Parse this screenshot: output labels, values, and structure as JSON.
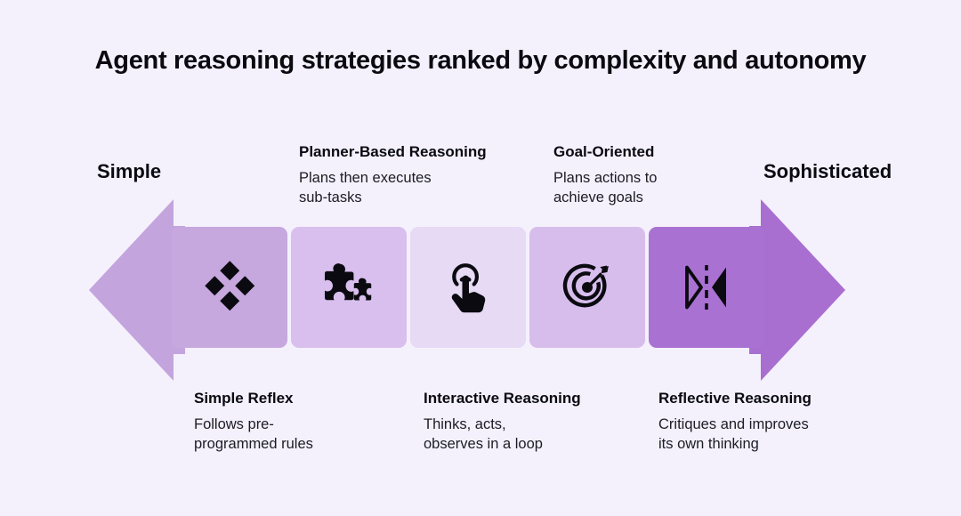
{
  "page": {
    "title": "Agent reasoning strategies ranked by complexity and autonomy",
    "background_color": "#f4f1fd"
  },
  "axis": {
    "left_label": "Simple",
    "right_label": "Sophisticated",
    "left_arrow_color": "#c3a4dd",
    "right_arrow_color": "#a96fd0"
  },
  "stages": [
    {
      "id": "simple-reflex",
      "heading": "Simple Reflex",
      "description": "Follows pre-programmed rules",
      "desc_line1": "Follows pre-",
      "desc_line2": "programmed rules",
      "icon": "diamond-cluster-icon",
      "tile_color": "#c6a7de",
      "label_position": "below"
    },
    {
      "id": "planner-based-reasoning",
      "heading": "Planner-Based Reasoning",
      "description": "Plans then executes sub-tasks",
      "desc_line1": "Plans then executes",
      "desc_line2": "sub-tasks",
      "icon": "puzzle-pieces-icon",
      "tile_color": "#d8bfed",
      "label_position": "above"
    },
    {
      "id": "interactive-reasoning",
      "heading": "Interactive Reasoning",
      "description": "Thinks, acts, observes in a loop",
      "desc_line1": "Thinks, acts,",
      "desc_line2": "observes in a loop",
      "icon": "tap-gesture-icon",
      "tile_color": "#e7daf5",
      "label_position": "below"
    },
    {
      "id": "goal-oriented",
      "heading": "Goal-Oriented",
      "description": "Plans actions to achieve goals",
      "desc_line1": "Plans actions to",
      "desc_line2": "achieve goals",
      "icon": "target-arrow-icon",
      "tile_color": "#d7bdec",
      "label_position": "above"
    },
    {
      "id": "reflective-reasoning",
      "heading": "Reflective Reasoning",
      "description": "Critiques and improves its own thinking",
      "desc_line1": "Critiques and improves",
      "desc_line2": "its own thinking",
      "icon": "mirror-reflect-icon",
      "tile_color": "#a972d2",
      "label_position": "below"
    }
  ]
}
